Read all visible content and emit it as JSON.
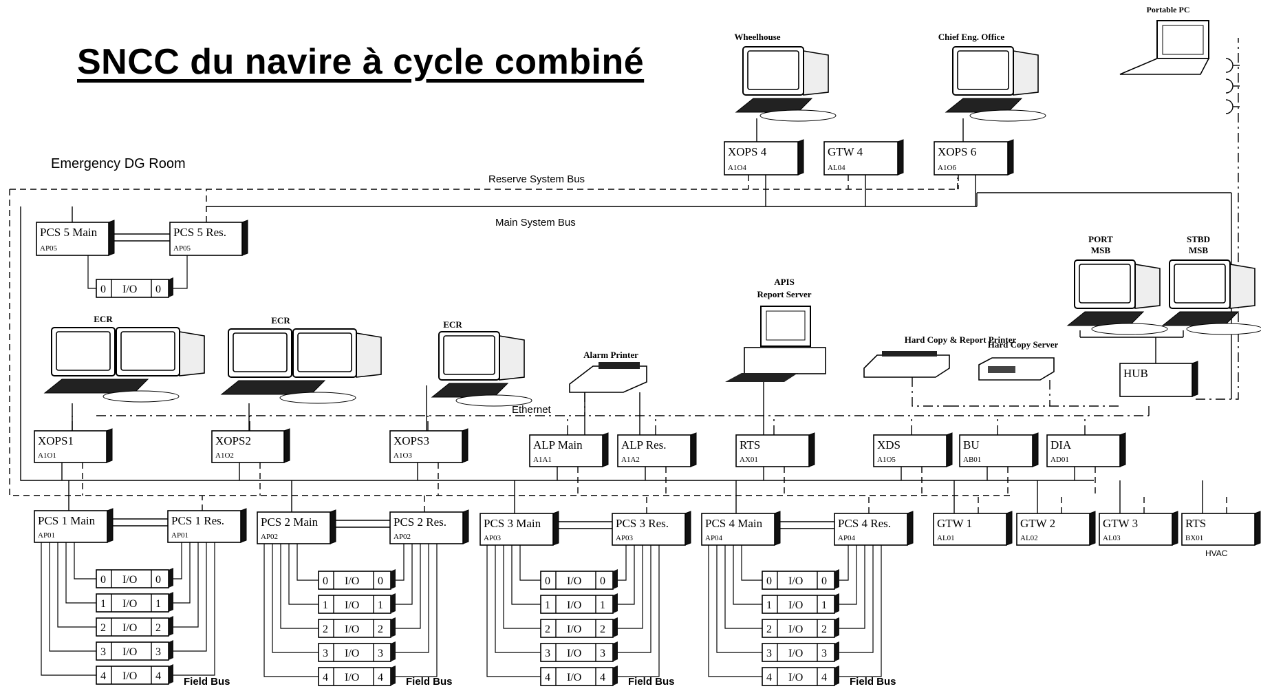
{
  "title": "SNCC du navire à cycle combiné",
  "labels": {
    "emergency_room": "Emergency DG Room",
    "reserve_bus": "Reserve System Bus",
    "main_bus": "Main System Bus",
    "ethernet": "Ethernet",
    "field_bus": "Field Bus",
    "hvac": "HVAC"
  },
  "io_label": "I/O",
  "workstations": [
    {
      "label": "Wheelhouse"
    },
    {
      "label": "Chief Eng. Office"
    },
    {
      "label": "Portable PC"
    },
    {
      "label": "ECR"
    },
    {
      "label": "ECR"
    },
    {
      "label": "ECR"
    },
    {
      "label": "APIS\nReport Server"
    },
    {
      "label": "PORT\nMSB"
    },
    {
      "label": "STBD\nMSB"
    }
  ],
  "printers": [
    {
      "label": "Alarm Printer"
    },
    {
      "label": "Hard Copy & Report Printer"
    },
    {
      "label": "Hard Copy Server"
    }
  ],
  "nodes": [
    {
      "name": "XOPS 4",
      "code": "A1O4"
    },
    {
      "name": "GTW 4",
      "code": "AL04"
    },
    {
      "name": "XOPS 6",
      "code": "A1O6"
    },
    {
      "name": "PCS 5 Main",
      "code": "AP05"
    },
    {
      "name": "PCS 5 Res.",
      "code": "AP05"
    },
    {
      "name": "HUB",
      "code": ""
    },
    {
      "name": "XOPS1",
      "code": "A1O1"
    },
    {
      "name": "XOPS2",
      "code": "A1O2"
    },
    {
      "name": "XOPS3",
      "code": "A1O3"
    },
    {
      "name": "ALP Main",
      "code": "A1A1"
    },
    {
      "name": "ALP Res.",
      "code": "A1A2"
    },
    {
      "name": "RTS",
      "code": "AX01"
    },
    {
      "name": "XDS",
      "code": "A1O5"
    },
    {
      "name": "BU",
      "code": "AB01"
    },
    {
      "name": "DIA",
      "code": "AD01"
    },
    {
      "name": "PCS 1 Main",
      "code": "AP01"
    },
    {
      "name": "PCS 1 Res.",
      "code": "AP01"
    },
    {
      "name": "PCS 2 Main",
      "code": "AP02"
    },
    {
      "name": "PCS 2 Res.",
      "code": "AP02"
    },
    {
      "name": "PCS 3 Main",
      "code": "AP03"
    },
    {
      "name": "PCS 3 Res.",
      "code": "AP03"
    },
    {
      "name": "PCS 4 Main",
      "code": "AP04"
    },
    {
      "name": "PCS 4 Res.",
      "code": "AP04"
    },
    {
      "name": "GTW 1",
      "code": "AL01"
    },
    {
      "name": "GTW 2",
      "code": "AL02"
    },
    {
      "name": "GTW 3",
      "code": "AL03"
    },
    {
      "name": "RTS",
      "code": "BX01"
    }
  ],
  "io_groups": [
    {
      "channels": [
        "0"
      ]
    },
    {
      "channels": [
        "0",
        "1",
        "2",
        "3",
        "4"
      ]
    },
    {
      "channels": [
        "0",
        "1",
        "2",
        "3",
        "4"
      ]
    },
    {
      "channels": [
        "0",
        "1",
        "2",
        "3",
        "4"
      ]
    },
    {
      "channels": [
        "0",
        "1",
        "2",
        "3",
        "4"
      ]
    }
  ]
}
